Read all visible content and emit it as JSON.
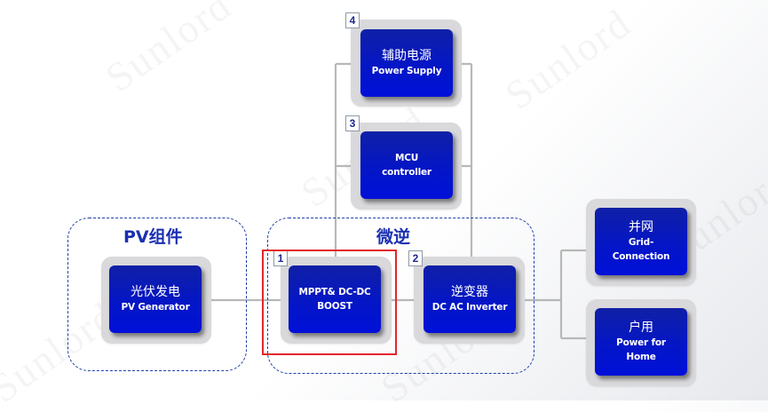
{
  "watermark_text": "Sunlord",
  "groups": {
    "pv": {
      "title": "PV组件"
    },
    "micro": {
      "title": "微逆"
    }
  },
  "blocks": {
    "pv_generator": {
      "cn": "光伏发电",
      "en": "PV Generator"
    },
    "mppt_boost": {
      "cn": "",
      "en1": "MPPT& DC-DC",
      "en2": "BOOST",
      "badge": "1"
    },
    "inverter": {
      "cn": "逆变器",
      "en": "DC AC Inverter",
      "badge": "2"
    },
    "mcu": {
      "en1": "MCU",
      "en2": "controller",
      "badge": "3"
    },
    "power_supply": {
      "cn": "辅助电源",
      "en": "Power Supply",
      "badge": "4"
    },
    "grid": {
      "cn": "并网",
      "en1": "Grid-",
      "en2": "Connection"
    },
    "home": {
      "cn": "户用",
      "en1": "Power for",
      "en2": "Home"
    }
  },
  "colors": {
    "block_blue": "#0416c6",
    "line_gray": "#b8b8b8",
    "dashed_border": "#1f3fa8",
    "highlight_red": "#e3262b"
  }
}
